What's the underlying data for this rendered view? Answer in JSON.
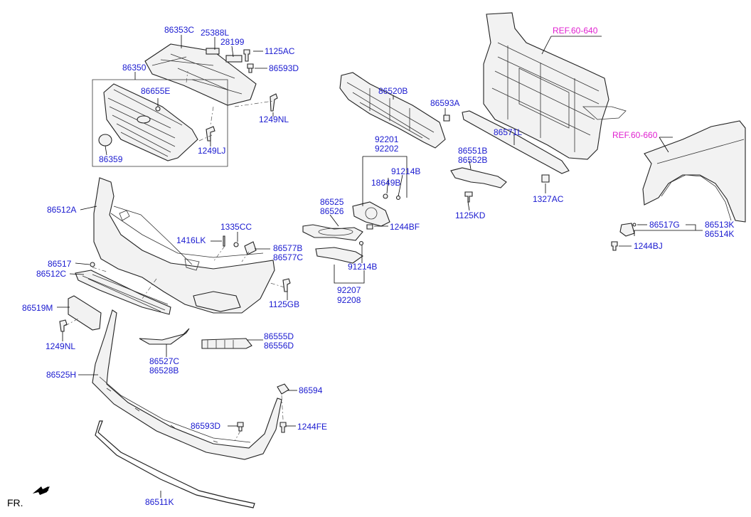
{
  "labels": {
    "p86353C": "86353C",
    "p25388L": "25388L",
    "p28199": "28199",
    "p1125AC": "1125AC",
    "p86593D_top": "86593D",
    "p86350": "86350",
    "p86655E": "86655E",
    "p1249NL_top": "1249NL",
    "p1249LJ": "1249LJ",
    "p86359": "86359",
    "p86520B": "86520B",
    "p86593A": "86593A",
    "p86571L": "86571L",
    "p92201": "92201",
    "p92202": "92202",
    "p91214B_top": "91214B",
    "p18649B": "18649B",
    "p86551B": "86551B",
    "p86552B": "86552B",
    "p1327AC": "1327AC",
    "p1125KD": "1125KD",
    "p86525": "86525",
    "p86526": "86526",
    "p1244BF": "1244BF",
    "p91214B_bot": "91214B",
    "p92207": "92207",
    "p92208": "92208",
    "p86512A": "86512A",
    "p1335CC": "1335CC",
    "p1416LK": "1416LK",
    "p86577B": "86577B",
    "p86577C": "86577C",
    "p86517": "86517",
    "p86512C": "86512C",
    "p1125GB": "1125GB",
    "p86519M": "86519M",
    "p1249NL_bot": "1249NL",
    "p86555D": "86555D",
    "p86556D": "86556D",
    "p86527C": "86527C",
    "p86528B": "86528B",
    "p86525H": "86525H",
    "p86594": "86594",
    "p86593D_bot": "86593D",
    "p1244FE": "1244FE",
    "p86511K": "86511K",
    "p86517G": "86517G",
    "p86513K": "86513K",
    "p86514K": "86514K",
    "p1244BJ": "1244BJ"
  },
  "refs": {
    "ref_60_640": "REF.60-640",
    "ref_60_660": "REF.60-660"
  },
  "direction": {
    "front": "FR."
  },
  "colors": {
    "part_label": "#1a1ad0",
    "reference_label": "#e020d0"
  }
}
